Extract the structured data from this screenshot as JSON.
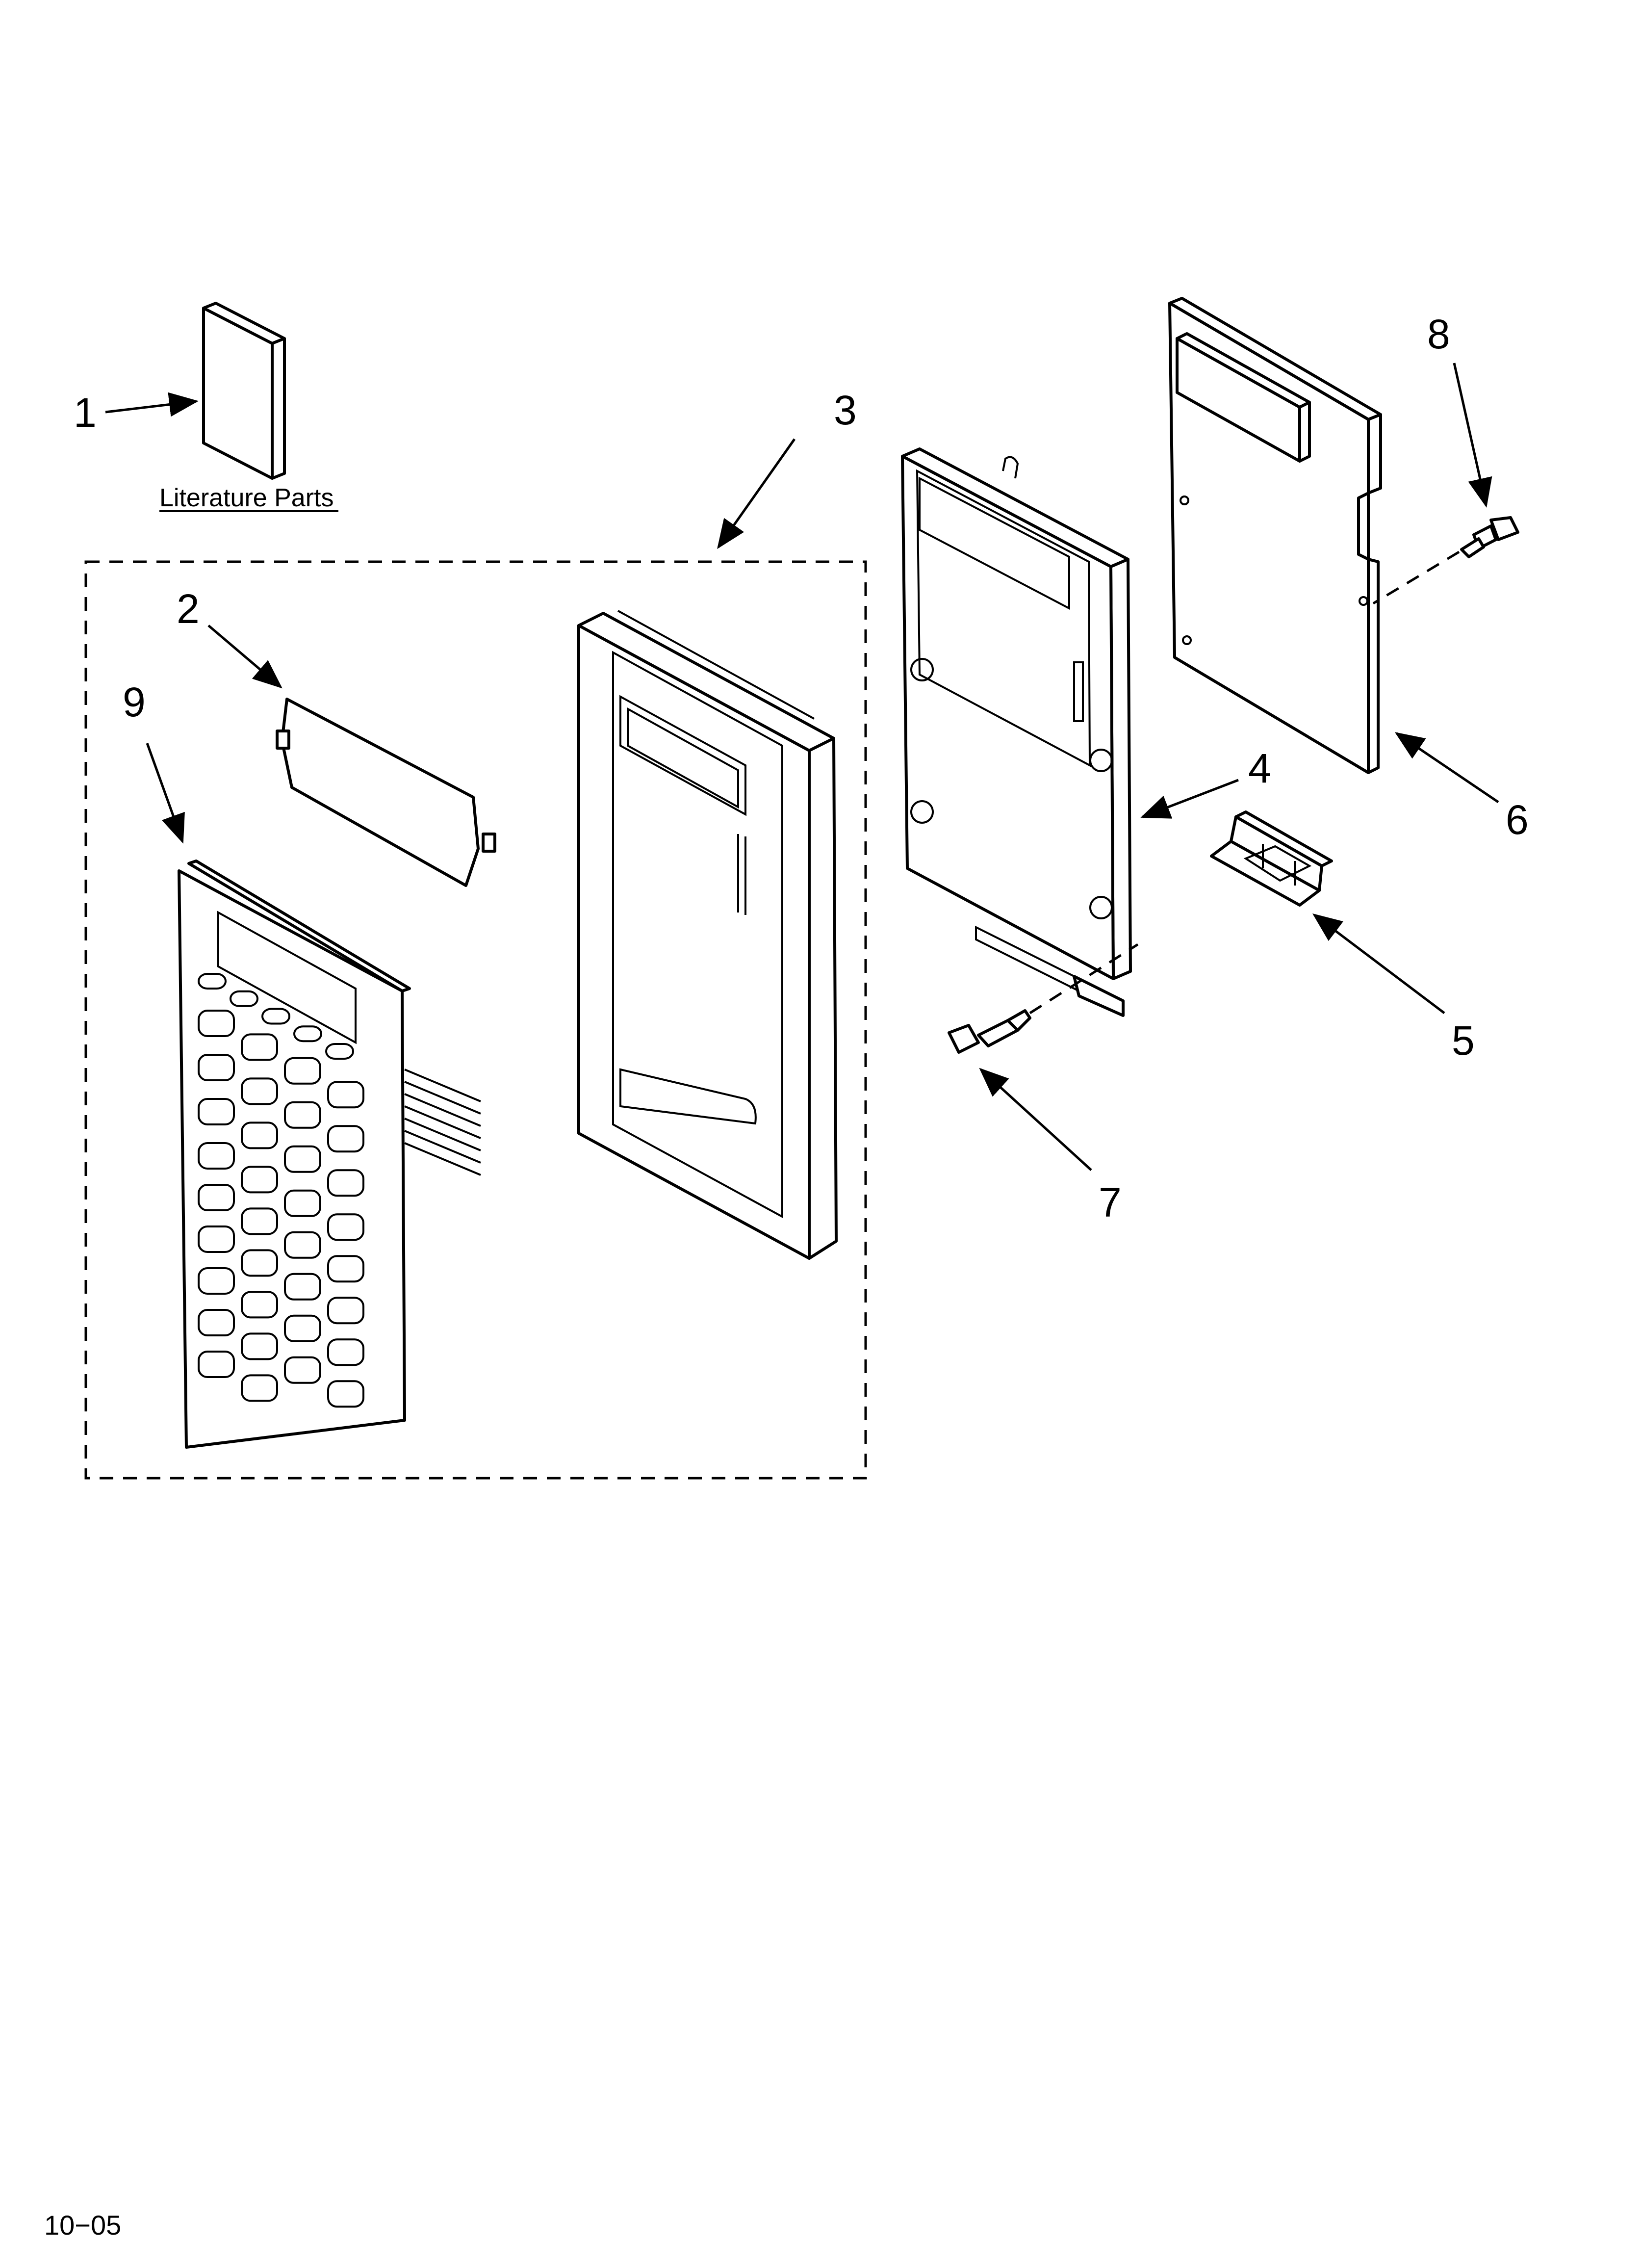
{
  "literature_label": "Literature Parts",
  "callouts": {
    "c1": "1",
    "c2": "2",
    "c3": "3",
    "c4": "4",
    "c5": "5",
    "c6": "6",
    "c7": "7",
    "c8": "8",
    "c9": "9"
  },
  "footer_code": "10−05"
}
